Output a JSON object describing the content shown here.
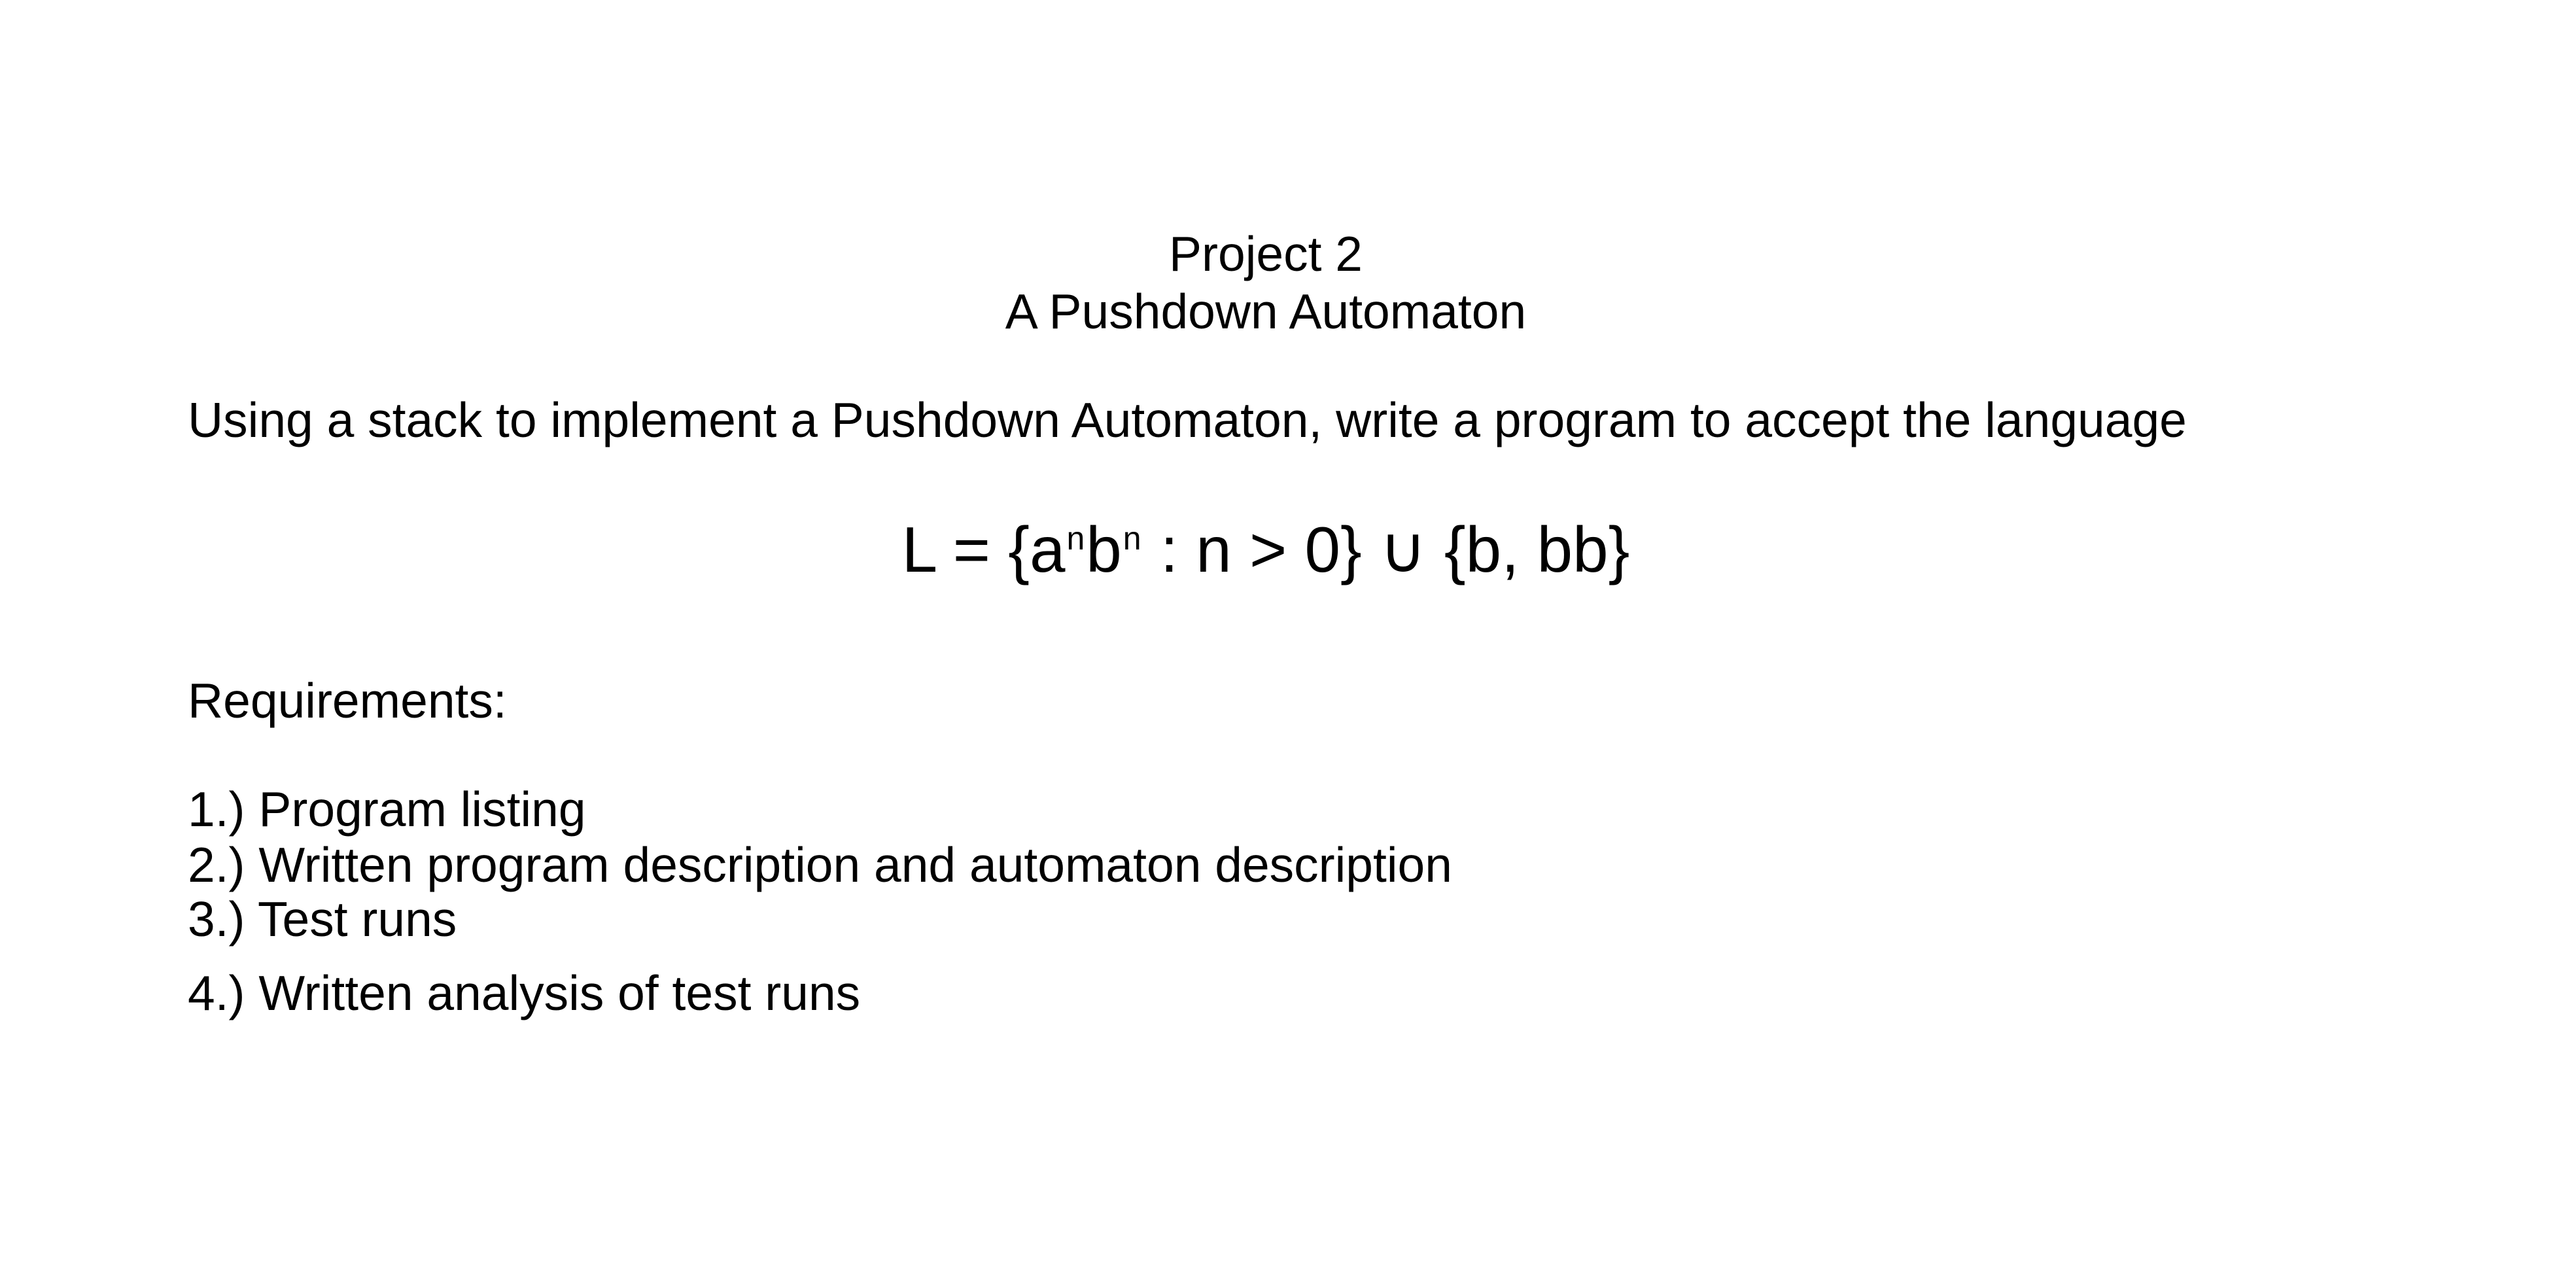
{
  "header": {
    "title": "Project 2",
    "subtitle": "A Pushdown Automaton"
  },
  "intro": "Using a stack to implement a Pushdown Automaton, write a program to accept the language",
  "formula": {
    "prefix": "L = {a",
    "sup1": "n",
    "middle": "b",
    "sup2": "n",
    "suffix": " : n > 0} ∪ {b, bb}"
  },
  "requirements": {
    "heading": "Requirements:",
    "items": [
      "1.) Program listing",
      "2.) Written program description and automaton description",
      "3.) Test runs",
      "4.) Written analysis of test runs"
    ]
  }
}
